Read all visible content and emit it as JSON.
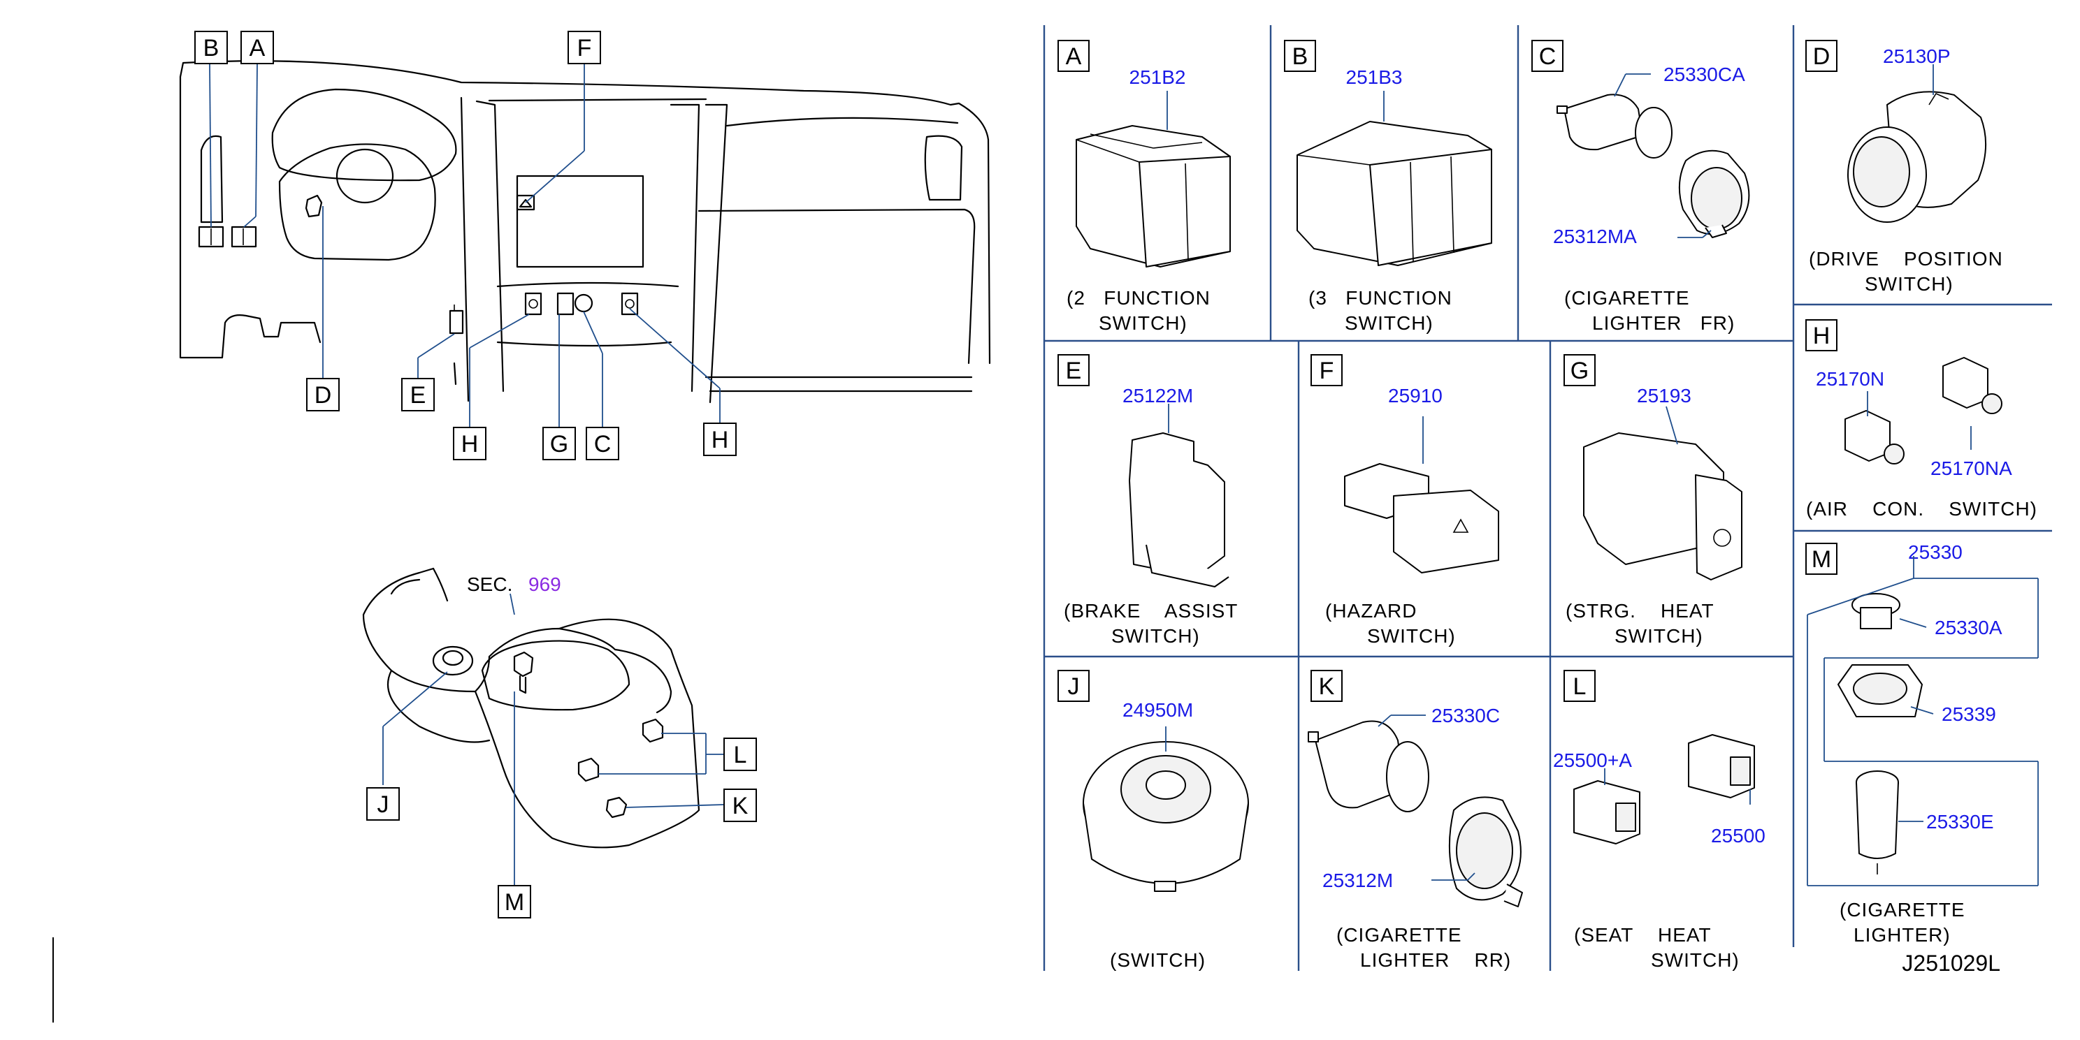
{
  "overview_callouts": {
    "a": "A",
    "b": "B",
    "c": "C",
    "d": "D",
    "e": "E",
    "f": "F",
    "g": "G",
    "h_left": "H",
    "h_right": "H",
    "j": "J",
    "k": "K",
    "l": "L",
    "m": "M"
  },
  "section_ref": {
    "label": "SEC.",
    "number": "969"
  },
  "panels": [
    {
      "letter": "A",
      "part_numbers": [
        "251B2"
      ],
      "caption": [
        "(2   FUNCTION",
        "SWITCH)"
      ]
    },
    {
      "letter": "B",
      "part_numbers": [
        "251B3"
      ],
      "caption": [
        "(3   FUNCTION",
        "SWITCH)"
      ]
    },
    {
      "letter": "C",
      "part_numbers": [
        "25330CA",
        "25312MA"
      ],
      "caption": [
        "(CIGARETTE",
        "LIGHTER   FR)"
      ]
    },
    {
      "letter": "D",
      "part_numbers": [
        "25130P"
      ],
      "caption": [
        "(DRIVE    POSITION",
        "SWITCH)"
      ]
    },
    {
      "letter": "H",
      "part_numbers": [
        "25170N",
        "25170NA"
      ],
      "caption": [
        "(AIR    CON.    SWITCH)"
      ]
    },
    {
      "letter": "E",
      "part_numbers": [
        "25122M"
      ],
      "caption": [
        "(BRAKE    ASSIST",
        "SWITCH)"
      ]
    },
    {
      "letter": "F",
      "part_numbers": [
        "25910"
      ],
      "caption": [
        "(HAZARD",
        "SWITCH)"
      ]
    },
    {
      "letter": "G",
      "part_numbers": [
        "25193"
      ],
      "caption": [
        "(STRG.    HEAT",
        "SWITCH)"
      ]
    },
    {
      "letter": "M",
      "part_numbers": [
        "25330",
        "25330A",
        "25339",
        "25330E"
      ],
      "caption": [
        "(CIGARETTE",
        "LIGHTER)"
      ]
    },
    {
      "letter": "J",
      "part_numbers": [
        "24950M"
      ],
      "caption": [
        "(SWITCH)"
      ]
    },
    {
      "letter": "K",
      "part_numbers": [
        "25330C",
        "25312M"
      ],
      "caption": [
        "(CIGARETTE",
        "LIGHTER    RR)"
      ]
    },
    {
      "letter": "L",
      "part_numbers": [
        "25500+A",
        "25500"
      ],
      "caption": [
        "(SEAT    HEAT",
        "SWITCH)"
      ]
    }
  ],
  "diagram_code": "J251029L"
}
